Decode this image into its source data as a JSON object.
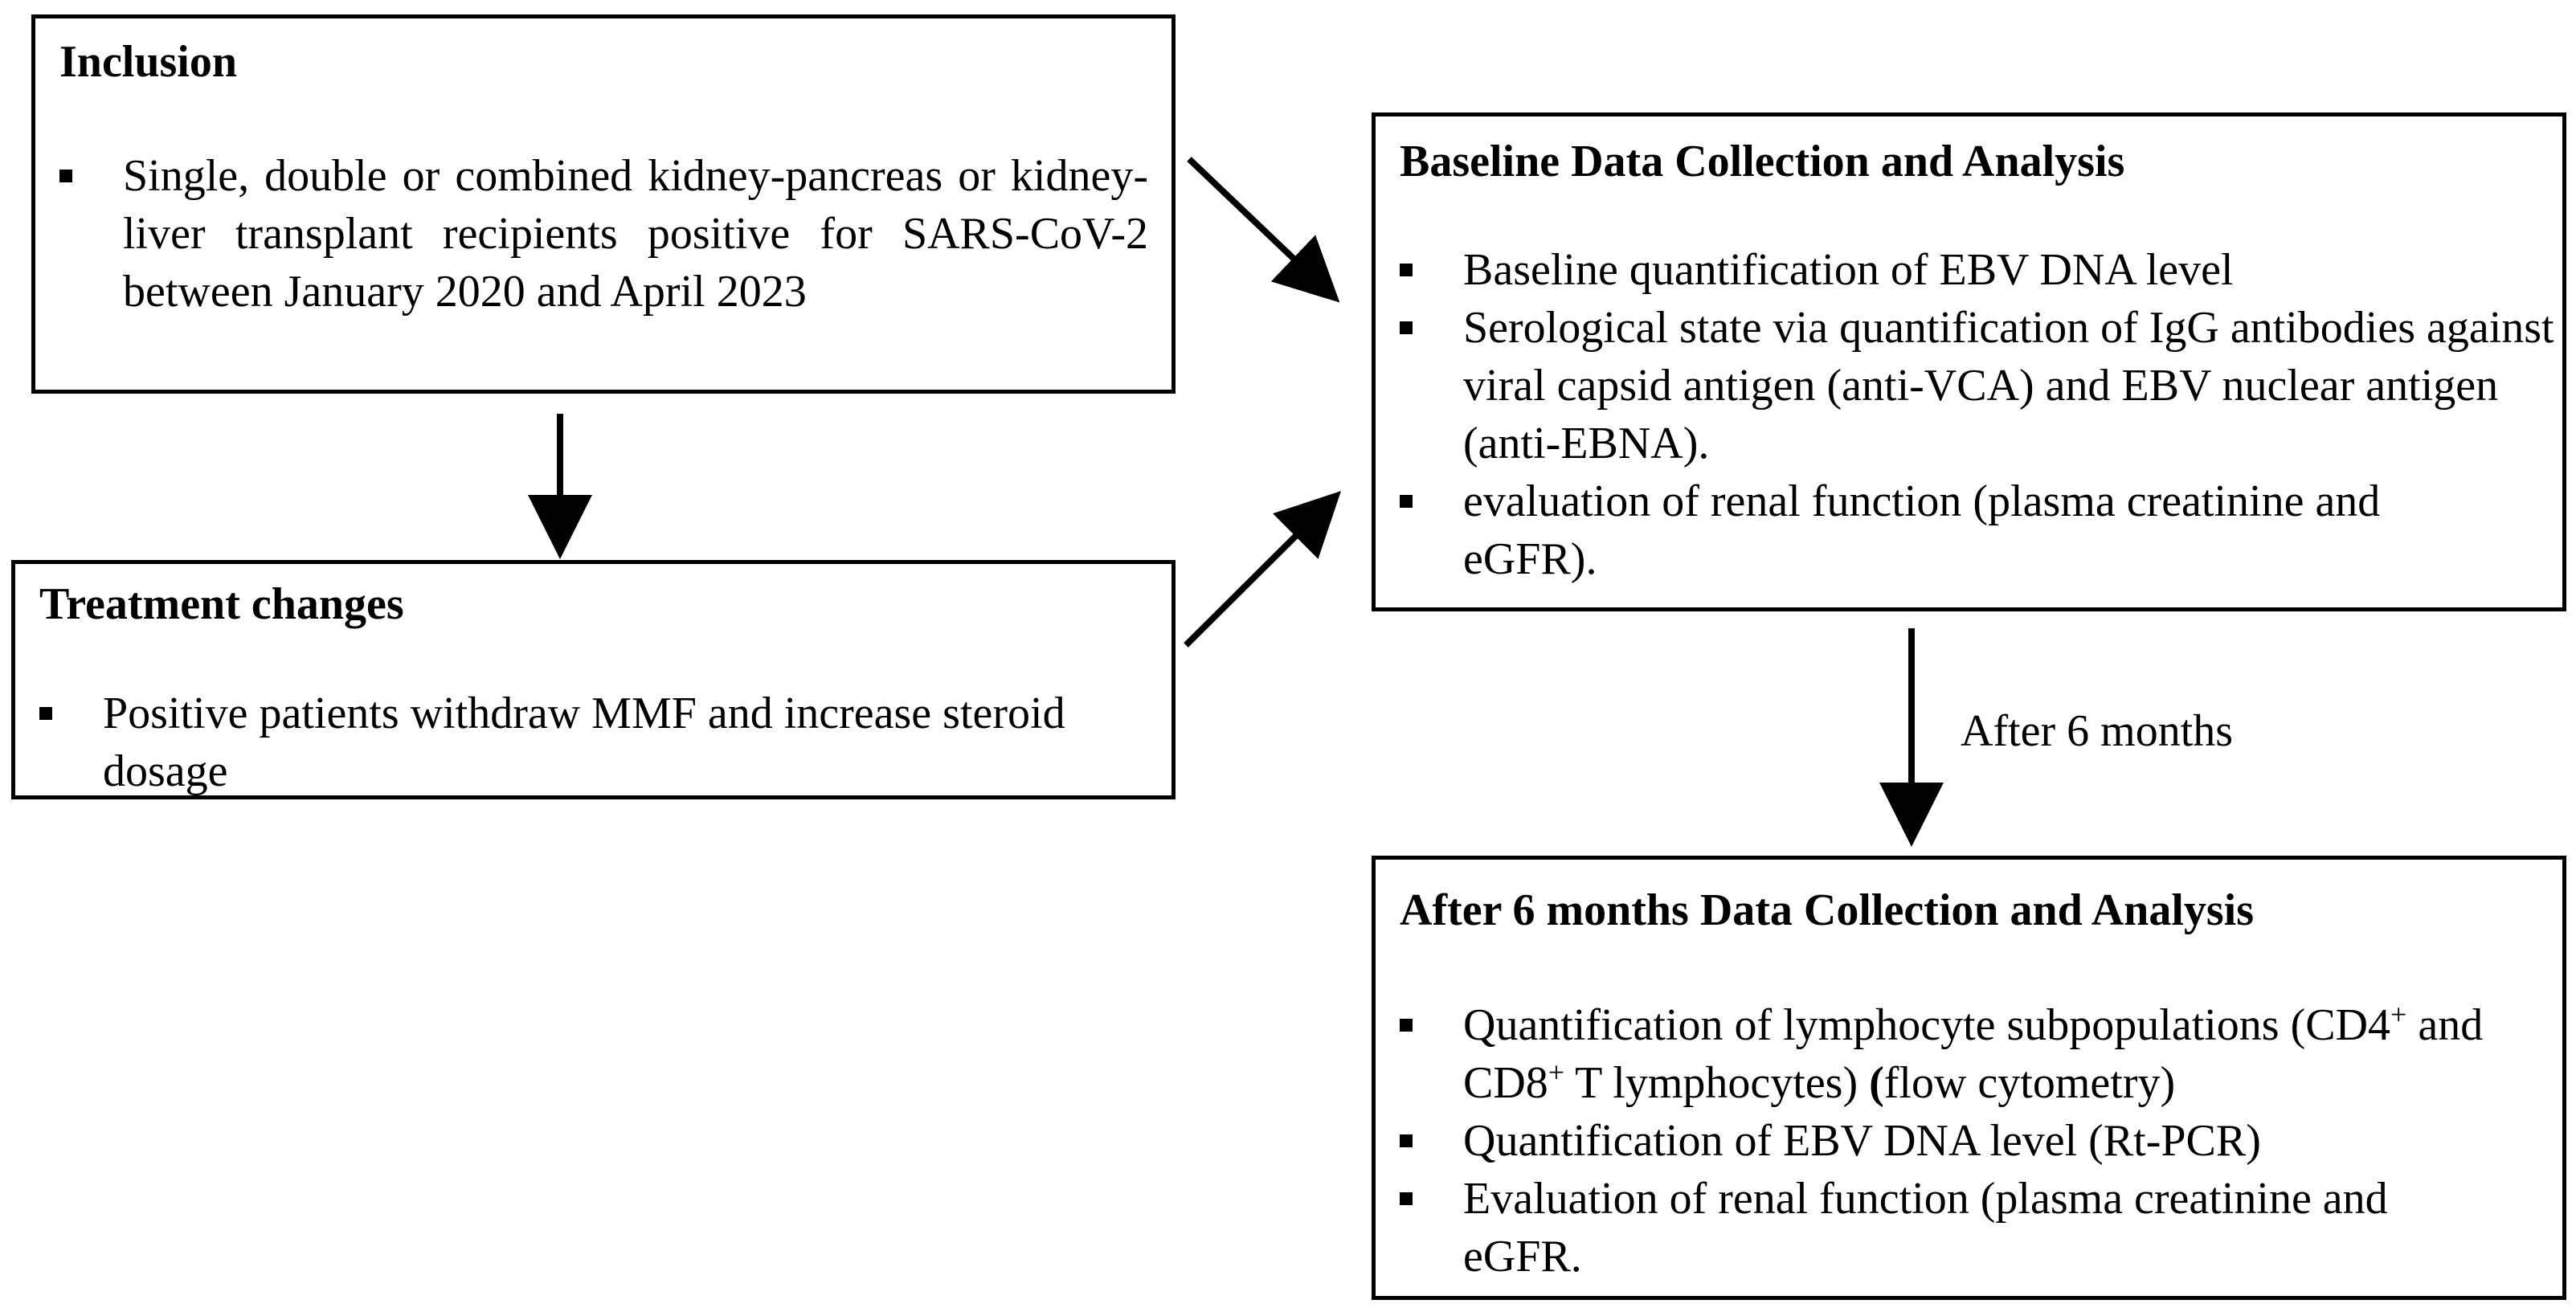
{
  "diagram": {
    "inclusion": {
      "title": "Inclusion",
      "items": [
        "Single, double or combined kidney-pancreas or kidney-liver transplant recipients positive for SARS-CoV-2 between January 2020 and April 2023"
      ]
    },
    "treatment": {
      "title": "Treatment changes",
      "items": [
        "Positive patients withdraw MMF and increase steroid dosage"
      ]
    },
    "baseline": {
      "title": "Baseline Data Collection and Analysis",
      "items": [
        "Baseline quantification of EBV DNA level",
        "Serological state via quantification of IgG antibodies against viral capsid antigen (anti-VCA) and EBV nuclear antigen (anti-EBNA).",
        "evaluation of renal function (plasma creatinine and eGFR)."
      ]
    },
    "followup": {
      "title": "After 6 months Data Collection and Analysis",
      "item1_pre": "Quantification of lymphocyte subpopulations (CD4",
      "item1_sup1": "+",
      "item1_mid": " and CD8",
      "item1_sup2": "+",
      "item1_post": " T lymphocytes) ",
      "item1_bold_paren": "(",
      "item1_end": "flow cytometry)",
      "items": [
        "Quantification of EBV DNA level (Rt-PCR)",
        "Evaluation of renal function (plasma creatinine and eGFR."
      ]
    },
    "edge_label": "After 6 months"
  }
}
